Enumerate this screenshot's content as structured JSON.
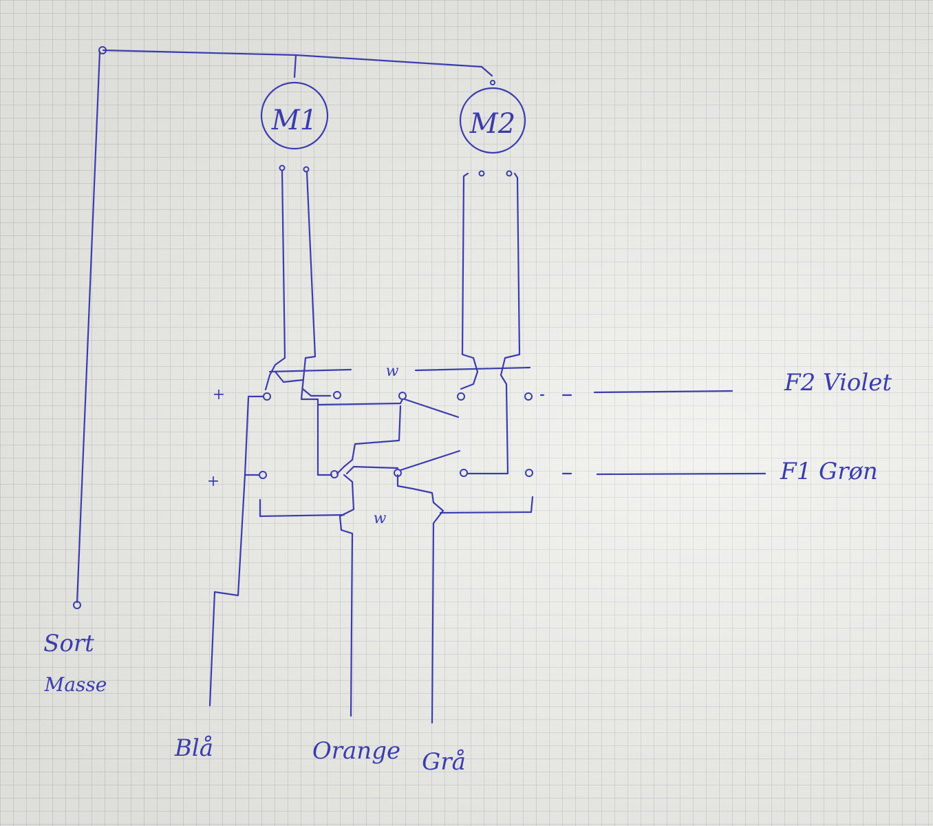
{
  "motors": {
    "m1": "M1",
    "m2": "M2"
  },
  "signs": {
    "plus_top": "+",
    "plus_bottom": "+"
  },
  "coils": {
    "upper": "w",
    "lower": "w"
  },
  "outputs": {
    "f2": "F2 Violet",
    "f1": "F1 Grøn"
  },
  "wires": {
    "ground_line1": "Sort",
    "ground_line2": "Masse",
    "blue": "Blå",
    "orange": "Orange",
    "grey": "Grå"
  },
  "colors": {
    "ink": "#3a3cae",
    "paper": "#ecece8",
    "grid": "#9696a0"
  }
}
